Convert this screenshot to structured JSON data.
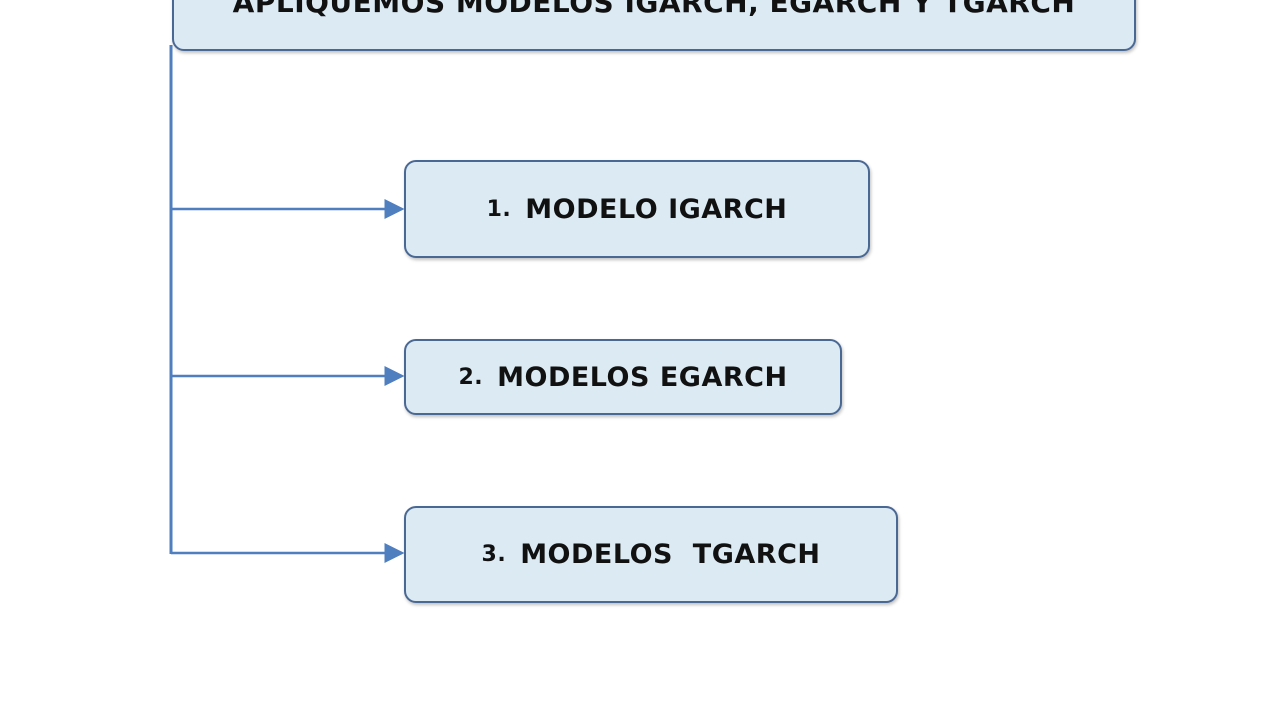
{
  "title": "APLIQUEMOS MODELOS IGARCH, EGARCH Y TGARCH",
  "items": [
    {
      "number": "1.",
      "label": "MODELO IGARCH"
    },
    {
      "number": "2.",
      "label": "MODELOS EGARCH"
    },
    {
      "number": "3.",
      "label": "MODELOS  TGARCH"
    }
  ],
  "colors": {
    "fill": "#dbeaf3",
    "border": "#4a6894",
    "connector": "#4f7fbf"
  }
}
